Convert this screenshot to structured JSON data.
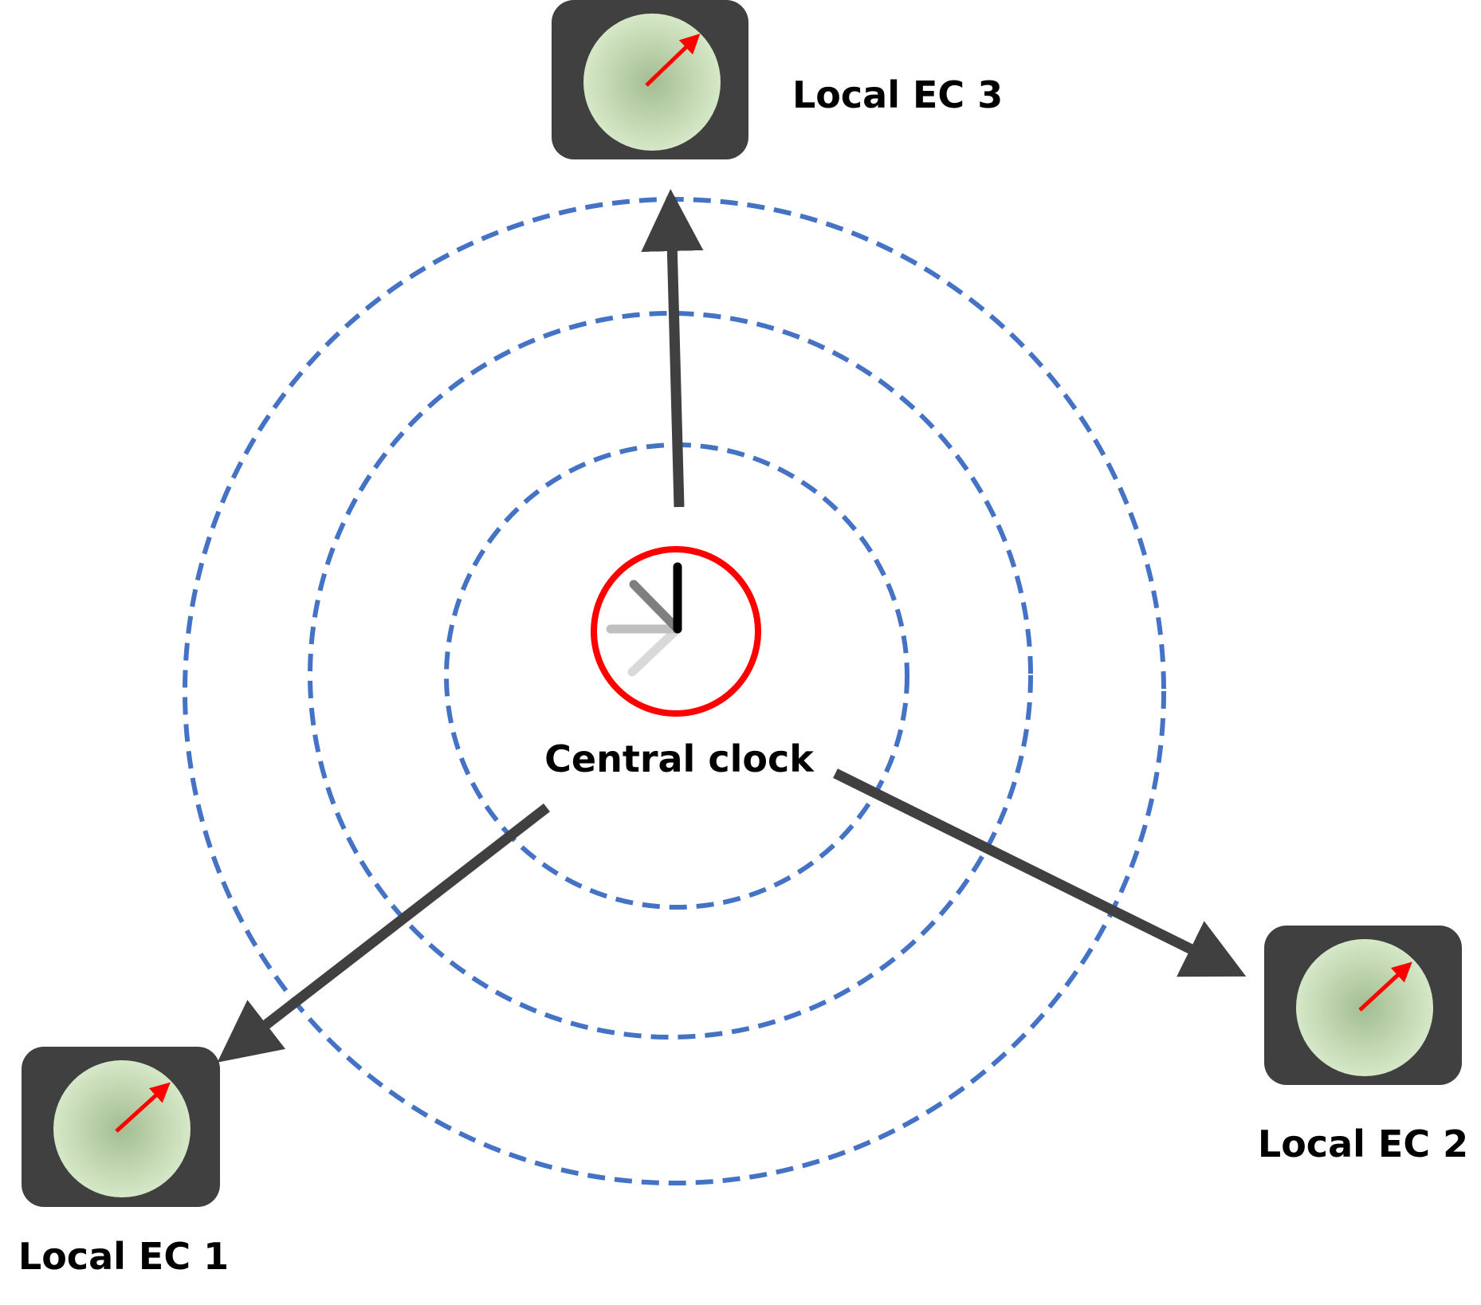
{
  "central": {
    "label": "Central clock",
    "ring_color": "#ff0000",
    "icon": "clock-icon"
  },
  "wave_color": "#4472c4",
  "arrow_color": "#404040",
  "local_ecs": [
    {
      "id": "ec3",
      "label": "Local EC 3",
      "icon": "gauge-icon"
    },
    {
      "id": "ec2",
      "label": "Local EC 2",
      "icon": "gauge-icon"
    },
    {
      "id": "ec1",
      "label": "Local EC 1",
      "icon": "gauge-icon"
    }
  ],
  "device_colors": {
    "body": "#404040",
    "dial_inner": "#a3bd92",
    "dial_outer": "#d6e8c7",
    "needle": "#ff0000"
  }
}
